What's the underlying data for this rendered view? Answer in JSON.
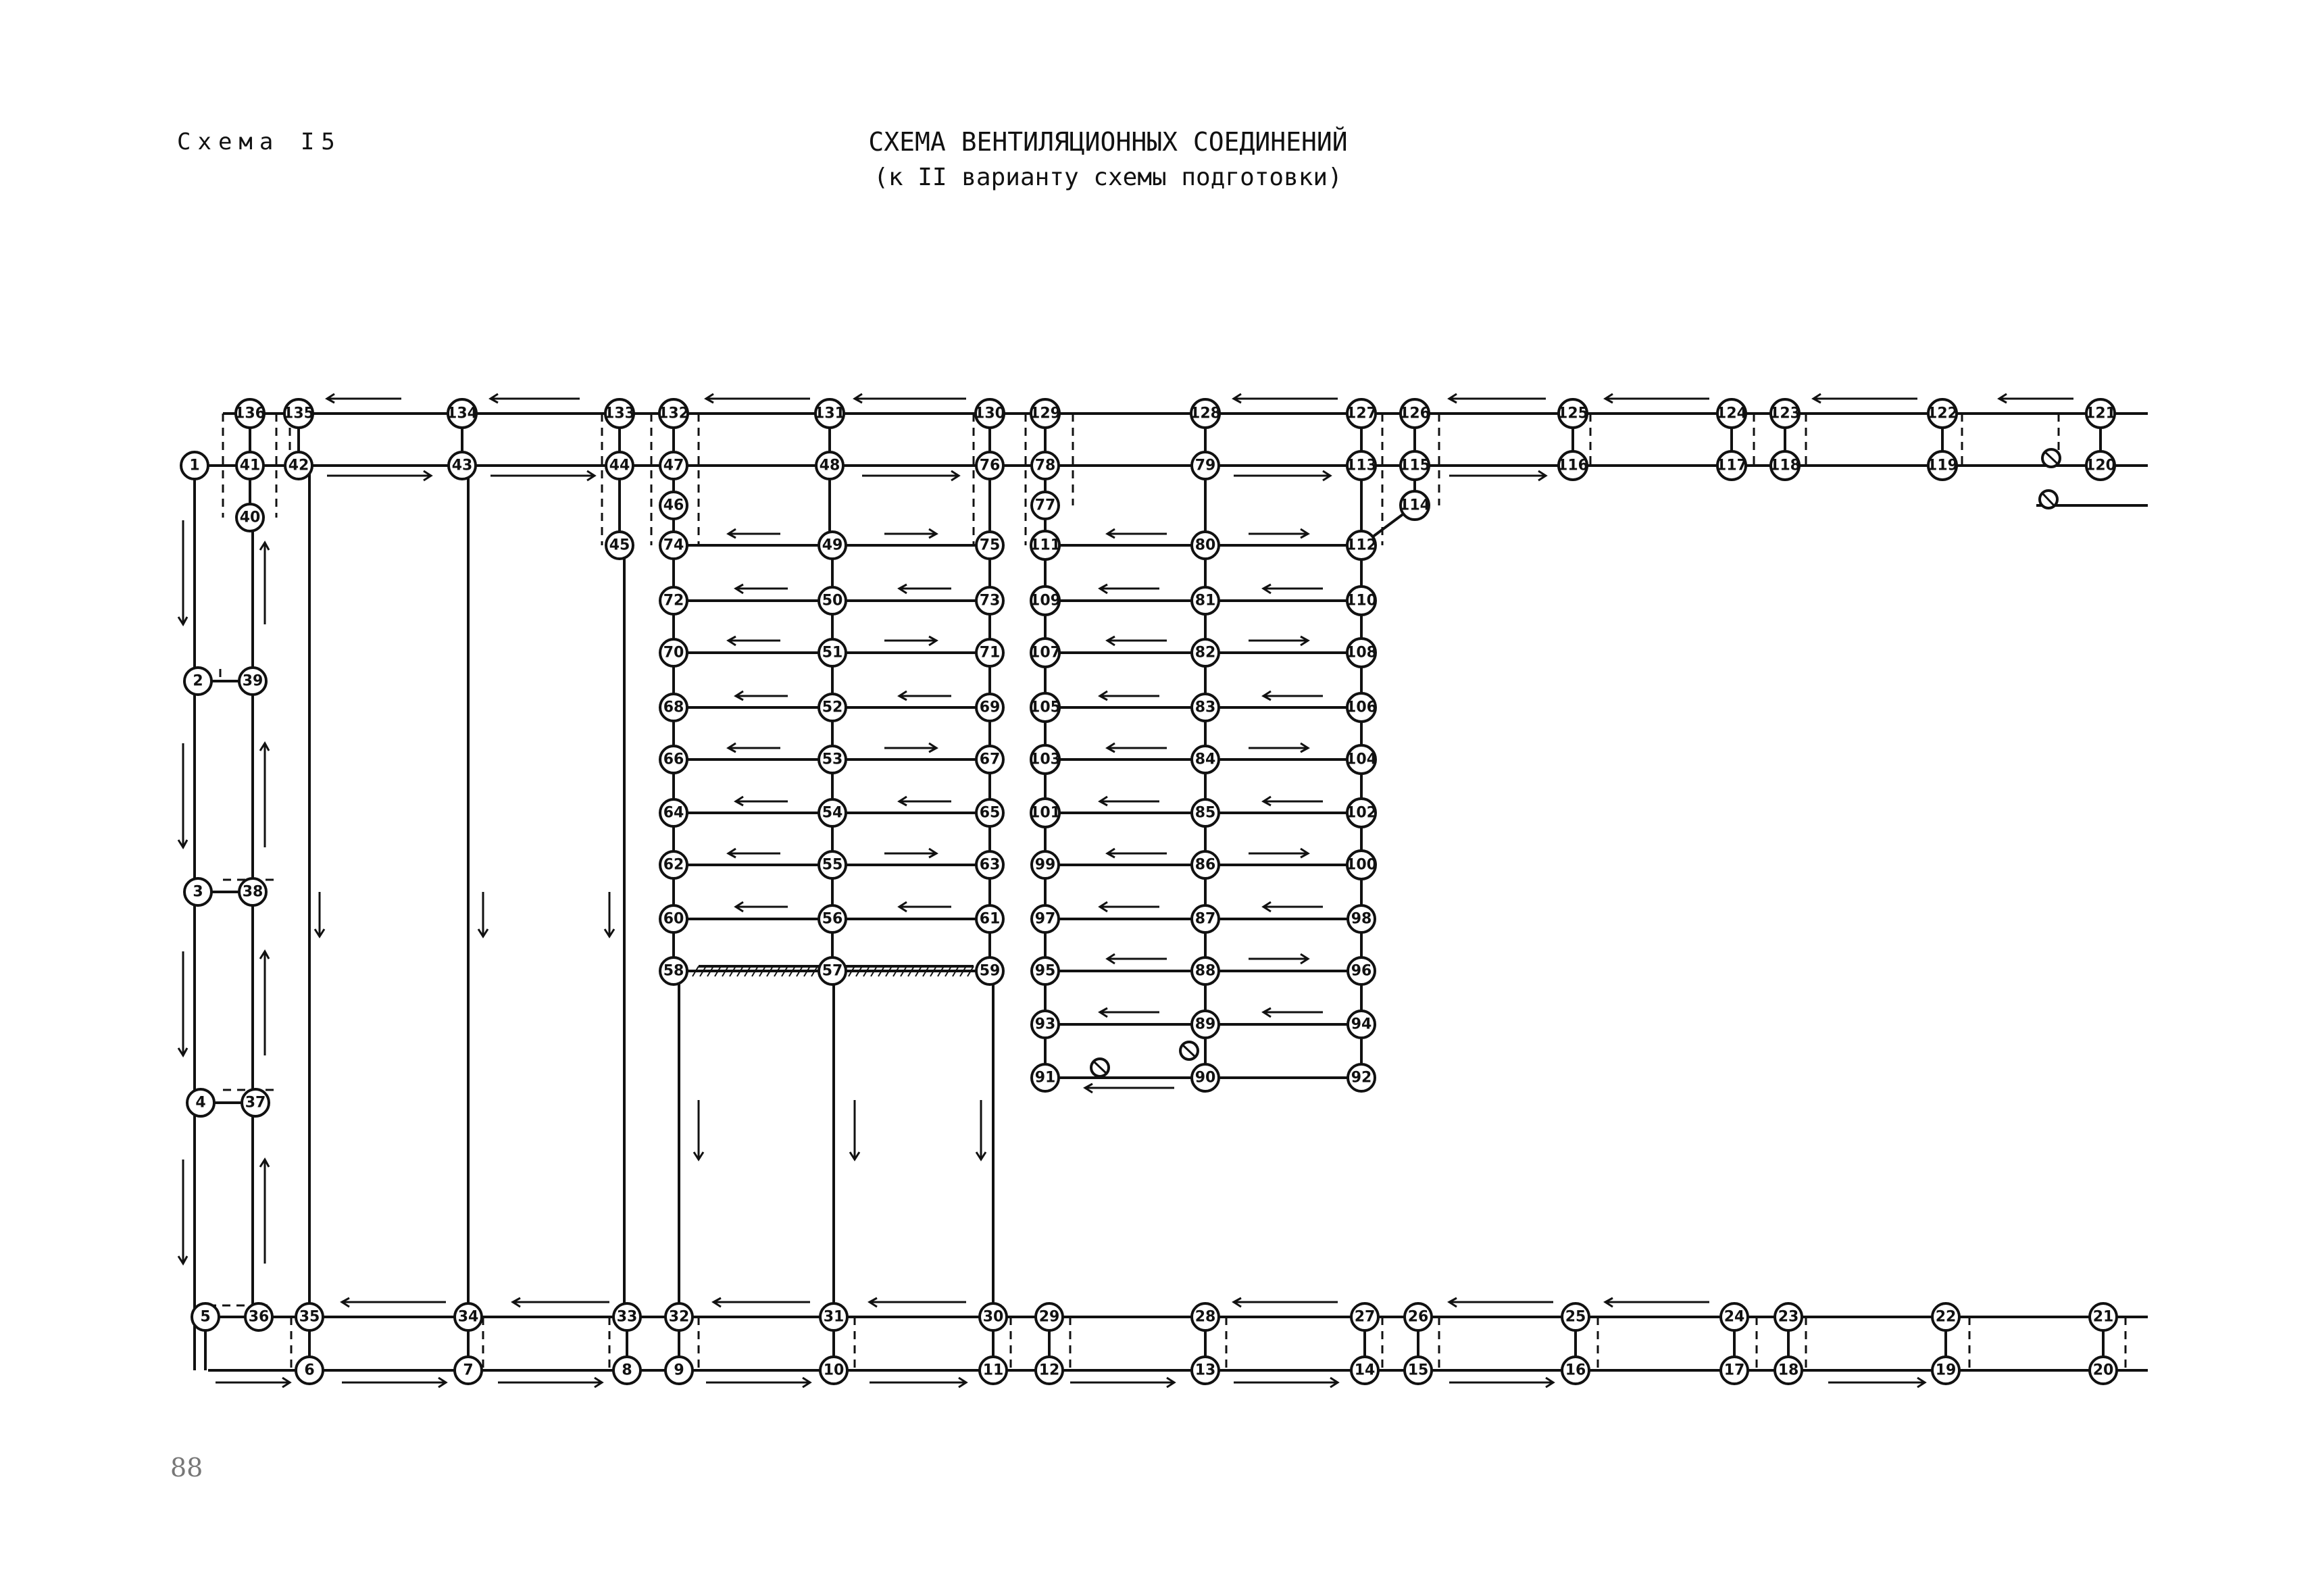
{
  "header": {
    "scheme_label": "Схема I5",
    "title": "СХЕМА ВЕНТИЛЯЦИОННЫХ СОЕДИНЕНИЙ",
    "subtitle": "(к II варианту схемы подготовки)"
  },
  "footer": {
    "page_number": "88"
  },
  "diagram": {
    "nodes": [
      "1",
      "2",
      "3",
      "4",
      "5",
      "6",
      "7",
      "8",
      "9",
      "10",
      "11",
      "12",
      "13",
      "14",
      "15",
      "16",
      "17",
      "18",
      "19",
      "20",
      "21",
      "22",
      "23",
      "24",
      "25",
      "26",
      "27",
      "28",
      "29",
      "30",
      "31",
      "32",
      "33",
      "34",
      "35",
      "36",
      "37",
      "38",
      "39",
      "40",
      "41",
      "42",
      "43",
      "44",
      "45",
      "46",
      "47",
      "48",
      "49",
      "50",
      "51",
      "52",
      "53",
      "54",
      "55",
      "56",
      "57",
      "58",
      "59",
      "60",
      "61",
      "62",
      "63",
      "64",
      "65",
      "66",
      "67",
      "68",
      "69",
      "70",
      "71",
      "72",
      "73",
      "74",
      "75",
      "76",
      "77",
      "78",
      "79",
      "80",
      "81",
      "82",
      "83",
      "84",
      "85",
      "86",
      "87",
      "88",
      "89",
      "90",
      "91",
      "92",
      "93",
      "94",
      "95",
      "96",
      "97",
      "98",
      "99",
      "100",
      "101",
      "102",
      "103",
      "104",
      "105",
      "106",
      "107",
      "108",
      "109",
      "110",
      "111",
      "112",
      "113",
      "114",
      "115",
      "116",
      "117",
      "118",
      "119",
      "120",
      "121",
      "122",
      "123",
      "124",
      "125",
      "126",
      "127",
      "128",
      "129",
      "130",
      "131",
      "132",
      "133",
      "134",
      "135",
      "136"
    ],
    "fan_markers": 4
  }
}
